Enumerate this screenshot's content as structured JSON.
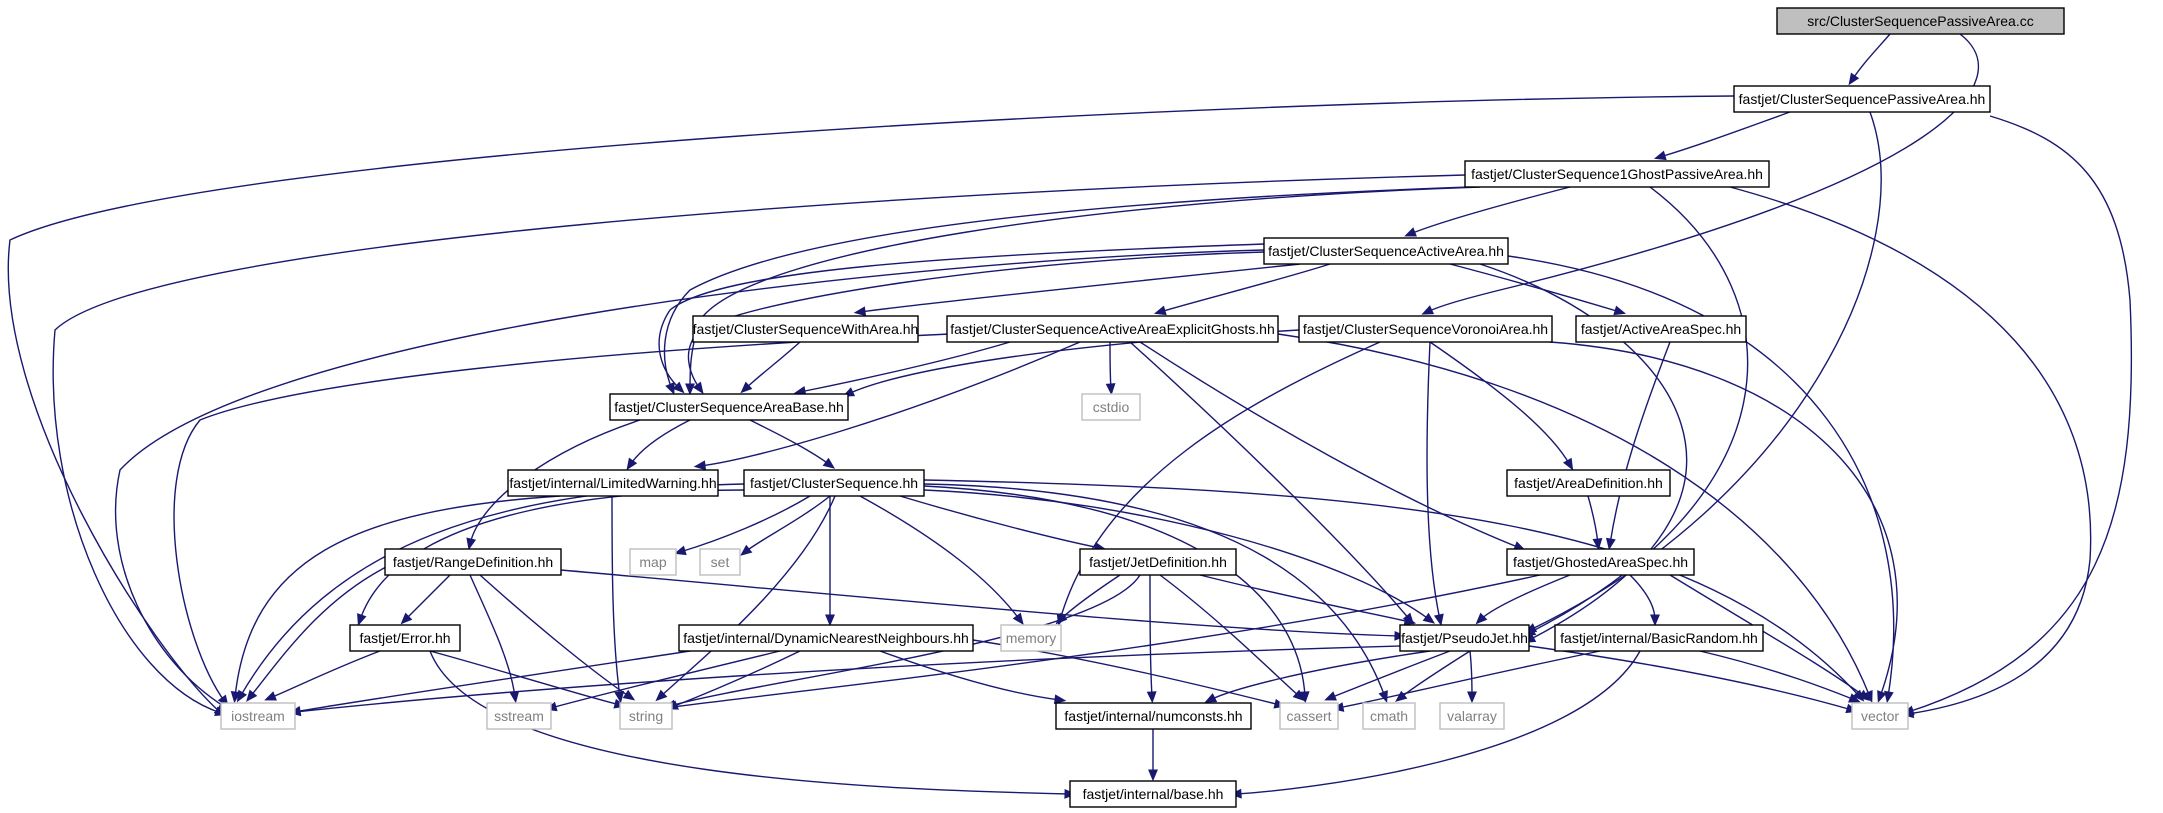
{
  "graph": {
    "edge_color": "#191970",
    "root_fill": "#bfbfbf",
    "system_border": "#bfbfbf",
    "nodes": [
      {
        "id": "root",
        "label": "src/ClusterSequencePassiveArea.cc",
        "kind": "root"
      },
      {
        "id": "csparea",
        "label": "fastjet/ClusterSequencePassiveArea.hh",
        "kind": "header"
      },
      {
        "id": "cs1g",
        "label": "fastjet/ClusterSequence1GhostPassiveArea.hh",
        "kind": "header"
      },
      {
        "id": "csactive",
        "label": "fastjet/ClusterSequenceActiveArea.hh",
        "kind": "header"
      },
      {
        "id": "cswitharea",
        "label": "fastjet/ClusterSequenceWithArea.hh",
        "kind": "header"
      },
      {
        "id": "csaaeg",
        "label": "fastjet/ClusterSequenceActiveAreaExplicitGhosts.hh",
        "kind": "header"
      },
      {
        "id": "csvoronoi",
        "label": "fastjet/ClusterSequenceVoronoiArea.hh",
        "kind": "header"
      },
      {
        "id": "activeareaspec",
        "label": "fastjet/ActiveAreaSpec.hh",
        "kind": "header"
      },
      {
        "id": "csareabase",
        "label": "fastjet/ClusterSequenceAreaBase.hh",
        "kind": "header"
      },
      {
        "id": "cstdio",
        "label": "cstdio",
        "kind": "system"
      },
      {
        "id": "limitedwarning",
        "label": "fastjet/internal/LimitedWarning.hh",
        "kind": "header"
      },
      {
        "id": "clusterseq",
        "label": "fastjet/ClusterSequence.hh",
        "kind": "header"
      },
      {
        "id": "areadef",
        "label": "fastjet/AreaDefinition.hh",
        "kind": "header"
      },
      {
        "id": "map",
        "label": "map",
        "kind": "system"
      },
      {
        "id": "set",
        "label": "set",
        "kind": "system"
      },
      {
        "id": "rangedef",
        "label": "fastjet/RangeDefinition.hh",
        "kind": "header"
      },
      {
        "id": "jetdef",
        "label": "fastjet/JetDefinition.hh",
        "kind": "header"
      },
      {
        "id": "ghostedarea",
        "label": "fastjet/GhostedAreaSpec.hh",
        "kind": "header"
      },
      {
        "id": "error",
        "label": "fastjet/Error.hh",
        "kind": "header"
      },
      {
        "id": "dnn",
        "label": "fastjet/internal/DynamicNearestNeighbours.hh",
        "kind": "header"
      },
      {
        "id": "memory",
        "label": "memory",
        "kind": "system"
      },
      {
        "id": "pseudojet",
        "label": "fastjet/PseudoJet.hh",
        "kind": "header"
      },
      {
        "id": "basicrandom",
        "label": "fastjet/internal/BasicRandom.hh",
        "kind": "header"
      },
      {
        "id": "iostream",
        "label": "iostream",
        "kind": "system"
      },
      {
        "id": "sstream",
        "label": "sstream",
        "kind": "system"
      },
      {
        "id": "string",
        "label": "string",
        "kind": "system"
      },
      {
        "id": "numconsts",
        "label": "fastjet/internal/numconsts.hh",
        "kind": "header"
      },
      {
        "id": "cassert",
        "label": "cassert",
        "kind": "system"
      },
      {
        "id": "cmath",
        "label": "cmath",
        "kind": "system"
      },
      {
        "id": "valarray",
        "label": "valarray",
        "kind": "system"
      },
      {
        "id": "vector",
        "label": "vector",
        "kind": "system"
      },
      {
        "id": "base",
        "label": "fastjet/internal/base.hh",
        "kind": "header"
      }
    ]
  }
}
